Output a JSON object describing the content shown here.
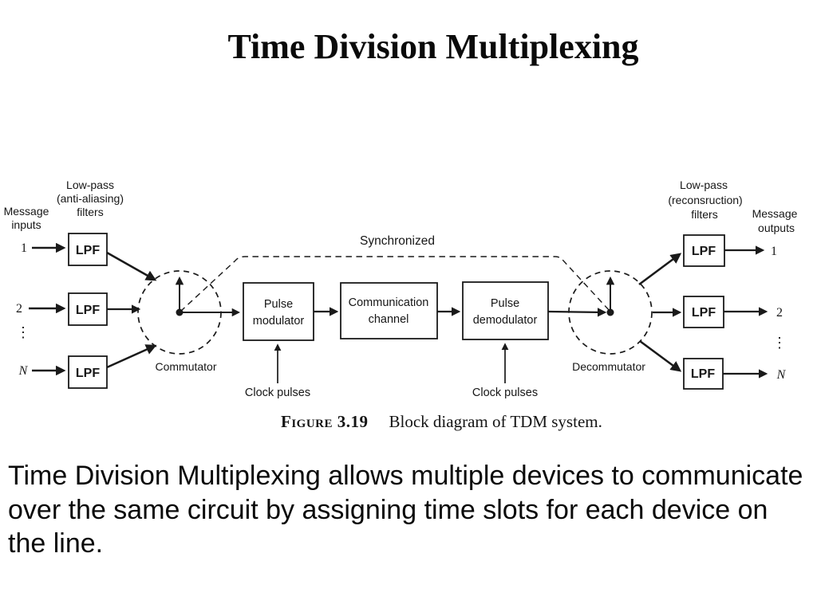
{
  "slide": {
    "title": "Time Division Multiplexing",
    "body_lines": [
      "Time Division Multiplexing allows multiple devices to communicate",
      "over the same circuit by assigning time slots for each device on",
      "the line."
    ]
  },
  "diagram": {
    "labels": {
      "message_inputs": [
        "Message",
        "inputs"
      ],
      "lowpass_left": [
        "Low-pass",
        "(anti-aliasing)",
        "filters"
      ],
      "lowpass_right": [
        "Low-pass",
        "(reconsruction)",
        "filters"
      ],
      "message_outputs": [
        "Message",
        "outputs"
      ],
      "lpf": "LPF",
      "commutator": "Commutator",
      "decommutator": "Decommutator",
      "synchronized": "Synchronized",
      "pulse_modulator": [
        "Pulse",
        "modulator"
      ],
      "communication_channel": [
        "Communication",
        "channel"
      ],
      "pulse_demodulator": [
        "Pulse",
        "demodulator"
      ],
      "clock_pulses": "Clock pulses",
      "input_channels": [
        "1",
        "2",
        "N"
      ],
      "output_channels": [
        "1",
        "2",
        "N"
      ],
      "ellipsis": "⋮"
    },
    "caption": {
      "figure_label": "Figure 3.19",
      "text": "Block diagram of TDM system."
    }
  },
  "colors": {
    "ink": "#161616",
    "background": "#ffffff"
  }
}
